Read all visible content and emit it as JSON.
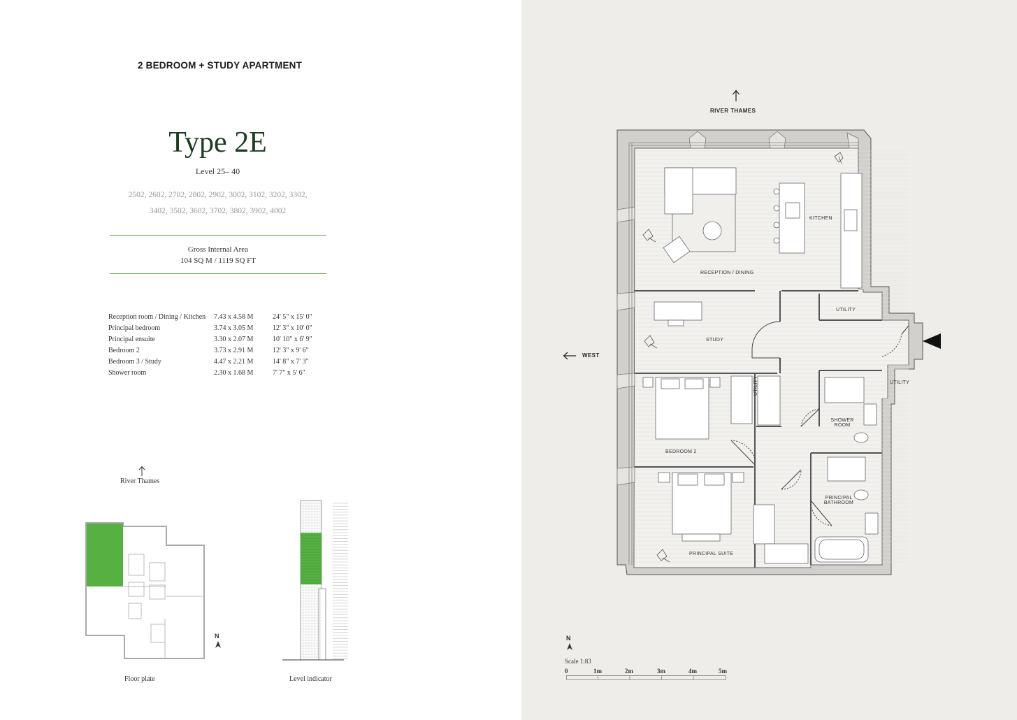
{
  "header": {
    "apartment_title": "2 BEDROOM + STUDY APARTMENT",
    "type_title": "Type 2E",
    "level": "Level 25– 40",
    "units_line1": "2502, 2602, 2702, 2802, 2902, 3002, 3102, 3202, 3302,",
    "units_line2": "3402, 3502, 3602, 3702, 3802, 3902, 4002"
  },
  "area": {
    "label": "Gross Internal Area",
    "value": "104 SQ M / 1119 SQ FT"
  },
  "rooms": [
    {
      "name": "Reception room / Dining / Kitchen",
      "metric": "7.43 x 4.58 M",
      "imperial": "24' 5\" x 15' 0\""
    },
    {
      "name": "Principal bedroom",
      "metric": "3.74 x 3.05 M",
      "imperial": "12' 3\" x 10' 0\""
    },
    {
      "name": "Principal ensuite",
      "metric": "3.30 x 2.07 M",
      "imperial": "10' 10\" x 6' 9\""
    },
    {
      "name": "Bedroom 2",
      "metric": "3.73 x 2.91 M",
      "imperial": "12' 3\" x 9' 6\""
    },
    {
      "name": "Bedroom 3 / Study",
      "metric": "4.47 x 2.21 M",
      "imperial": "14' 8\" x 7' 3\""
    },
    {
      "name": "Shower room",
      "metric": "2.30 x 1.68 M",
      "imperial": "7' 7\" x 5' 6\""
    }
  ],
  "key_plans": {
    "river_label": "River Thames",
    "floor_plate_label": "Floor plate",
    "level_indicator_label": "Level indicator",
    "north_label": "N",
    "highlight_color": "#56b142"
  },
  "plan": {
    "river_label": "RIVER THAMES",
    "west_label": "WEST",
    "north_label": "N",
    "rooms": {
      "kitchen": "KITCHEN",
      "reception": "RECEPTION / DINING",
      "study": "STUDY",
      "utility_1": "UTILITY",
      "utility_2": "UTILITY",
      "utility_3": "UTILITY",
      "shower_line1": "SHOWER",
      "shower_line2": "ROOM",
      "bedroom2": "BEDROOM 2",
      "bath_line1": "PRINCIPAL",
      "bath_line2": "BATHROOM",
      "suite": "PRINCIPAL SUITE"
    },
    "scale": {
      "label": "Scale 1:83",
      "ticks": [
        "0",
        "1m",
        "2m",
        "3m",
        "4m",
        "5m"
      ]
    }
  }
}
